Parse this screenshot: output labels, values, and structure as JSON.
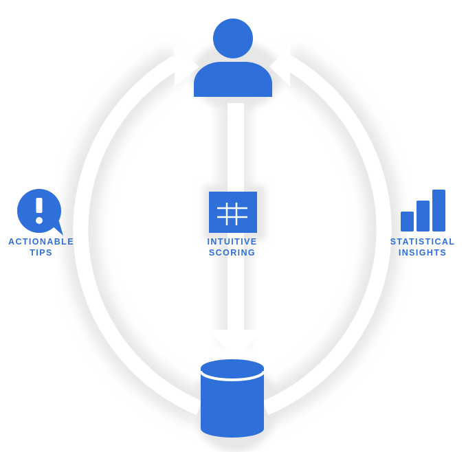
{
  "diagram": {
    "accent_color": "#2f6fd9",
    "arrow_color": "#ffffff",
    "shadow_color": "#e7e7e7",
    "nodes": {
      "user": {
        "icon": "user-icon"
      },
      "database": {
        "icon": "database-icon"
      },
      "actionable_tips": {
        "icon": "exclamation-speech-bubble-icon",
        "line1": "ACTIONABLE",
        "line2": "TIPS"
      },
      "intuitive_scoring": {
        "icon": "scoring-grid-icon",
        "line1": "INTUITIVE",
        "line2": "SCORING"
      },
      "statistical_insights": {
        "icon": "bar-chart-icon",
        "line1": "STATISTICAL",
        "line2": "INSIGHTS"
      }
    }
  }
}
